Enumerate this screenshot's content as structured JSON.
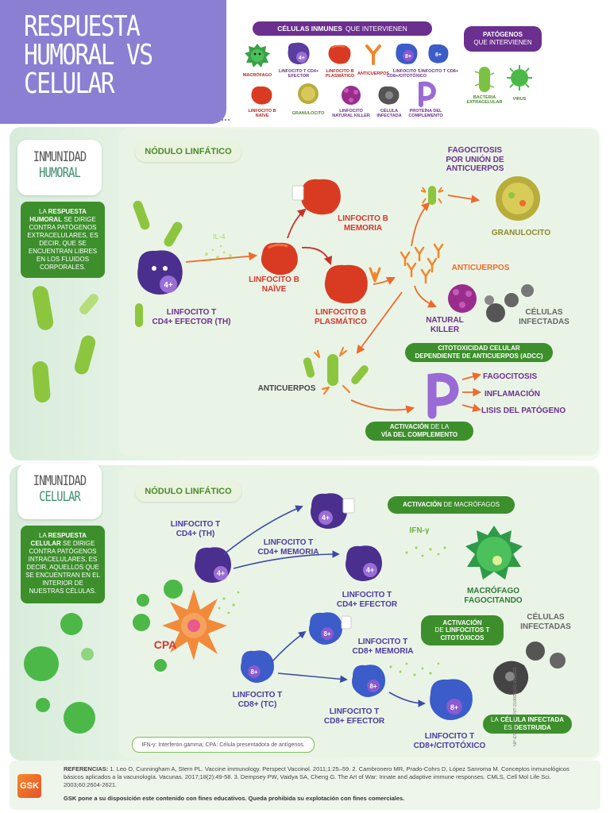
{
  "header": {
    "title_lines": [
      "RESPUESTA",
      "HUMORAL VS",
      "CELULAR"
    ],
    "immune_pill_bold": "CÉLULAS INMUNES",
    "immune_pill_rest": "QUE INTERVIENEN",
    "pathogen_pill_bold": "PATÓGENOS",
    "pathogen_pill_rest": "QUE INTERVIENEN",
    "legend": [
      {
        "label": "MACRÓFAGO",
        "icon": "macrophage-icon"
      },
      {
        "label": "LINFOCITO T CD4+ EFECTOR",
        "icon": "t-cd4-effector-icon"
      },
      {
        "label": "LINFOCITO B PLASMÁTICO",
        "icon": "b-plasma-icon"
      },
      {
        "label": "ANTICUERPOS",
        "icon": "antibody-icon"
      },
      {
        "label": "LINFOCITO T CD8+/CITOTÓXICO",
        "icon": "t-cd8-cytotoxic-icon"
      },
      {
        "label": "LINFOCITO T CD8+",
        "icon": "t-cd8-icon"
      },
      {
        "label": "LINFOCITO B NAÏVE",
        "icon": "b-naive-icon"
      },
      {
        "label": "GRANULOCITO",
        "icon": "granulocyte-icon"
      },
      {
        "label": "LINFOCITO NATURAL KILLER",
        "icon": "nk-icon"
      },
      {
        "label": "CÉLULA INFECTADA",
        "icon": "infected-cell-icon"
      },
      {
        "label": "PROTEÍNA DEL COMPLEMENTO",
        "icon": "complement-icon"
      }
    ],
    "pathogens": [
      {
        "label": "BACTERIA EXTRACELULAR",
        "icon": "bacteria-icon"
      },
      {
        "label": "VIRUS",
        "icon": "virus-icon"
      }
    ]
  },
  "humoral": {
    "heading1": "INMUNIDAD",
    "heading2": "HUMORAL",
    "description_pre": "LA",
    "description_bold": "RESPUESTA HUMORAL",
    "description_post": "SE DIRIGE CONTRA PATÓGENOS EXTRACELULARES, ES DECIR, QUE SE ENCUENTRAN LIBRES EN LOS FLUIDOS CORPORALES.",
    "node_label": "NÓDULO LINFÁTICO",
    "il4": "IL-4",
    "t_cd4": "LINFOCITO T\nCD4+ EFECTOR (Th)",
    "b_naive": "LINFOCITO B\nNAÏVE",
    "b_memory": "LINFOCITO B\nMEMORIA",
    "b_plasma": "LINFOCITO B\nPLASMÁTICO",
    "phago": "FAGOCITOSIS\nPOR UNIÓN DE\nANTICUERPOS",
    "granulocyte": "GRANULOCITO",
    "antibodies": "ANTICUERPOS",
    "nk": "NATURAL\nKILLER",
    "infected": "CÉLULAS\nINFECTADAS",
    "adcc": "CITOTOXICIDAD CELULAR\nDEPENDIENTE DE ANTICUERPOS (ADCC)",
    "antibodies2": "ANTICUERPOS",
    "phagocytosis": "FAGOCITOSIS",
    "inflammation": "INFLAMACIÓN",
    "lysis": "LISIS DEL PATÓGENO",
    "complement_bold1": "ACTIVACIÓN",
    "complement_rest1": "DE LA",
    "complement_line2": "VÍA DEL COMPLEMENTO",
    "t_badge": "4+"
  },
  "cellular": {
    "heading1": "INMUNIDAD",
    "heading2": "CELULAR",
    "description_pre": "LA",
    "description_bold": "RESPUESTA CELULAR",
    "description_post": "SE DIRIGE CONTRA PATÓGENOS INTRACELULARES, ES DECIR, AQUELLOS QUE SE ENCUENTRAN EN EL INTERIOR DE NUESTRAS CÉLULAS.",
    "node_label": "NÓDULO LINFÁTICO",
    "t_cd4_th": "LINFOCITO T\nCD4+ (Th)",
    "t_cd4_mem": "LINFOCITO T\nCD4+ MEMORIA",
    "t_cd4_eff": "LINFOCITO T\nCD4+ EFECTOR",
    "macro_act_bold": "ACTIVACIÓN",
    "macro_act_rest": "DE MACRÓFAGOS",
    "ifn": "IFN-γ",
    "macro_phago": "MACRÓFAGO\nFAGOCITANDO",
    "cpa": "CPA",
    "lympho_act_bold1": "ACTIVACIÓN",
    "lympho_act_rest1": "DE",
    "lympho_act_bold2": "LINFOCITOS T CITOTÓXICOS",
    "infected": "CÉLULAS\nINFECTADAS",
    "t_cd8_mem": "LINFOCITO T\nCD8+ MEMORIA",
    "t_cd8_tc": "LINFOCITO T\nCD8+ (Tc)",
    "t_cd8_eff": "LINFOCITO T\nCD8+ EFECTOR",
    "t_cd8_cyto": "LINFOCITO T\nCD8+/CITOTÓXICO",
    "destroyed_pre": "LA",
    "destroyed_bold1": "CÉLULA INFECTADA",
    "destroyed_rest": "ES",
    "destroyed_bold2": "DESTRUIDA",
    "footnote": "IFN-γ: Interferón gamma; CPA: Célula presentadora de antígenos.",
    "badge4": "4+",
    "badge8": "8+"
  },
  "footer": {
    "logo": "GSK",
    "references_label": "REFERENCIAS:",
    "references": "1. Leo O, Cunningham A, Stern PL. Vaccine immunology. Perspect Vaccinol. 2011;1:25–59. 2. Cambronero MR, Prado-Cohrs D, López Sanroma M. Conceptos inmunológicos básicos aplicados a la vacunología. Vacunas. 2017;18(2):49-58. 3. Dempsey PW, Vaidya SA, Cheng G. The Art of War: Innate and adaptive immune responses. CMLS, Cell Mol Life Sci. 2003;60:2604-2621.",
    "disclaimer": "GSK pone a su disposición este contenido con fines educativos. Queda prohibida su explotación con fines comerciales.",
    "code": "NP-ES-GVX-WCNT-210006(v2) 09/2022"
  },
  "colors": {
    "header_purple": "#8b7fd3",
    "section_bg": "#e6f3e6",
    "green_dark": "#3d8f2c",
    "red": "#d9342b",
    "purple": "#6b2f8f",
    "orange": "#ee6a2c",
    "blue_link": "#3b4aa8"
  }
}
